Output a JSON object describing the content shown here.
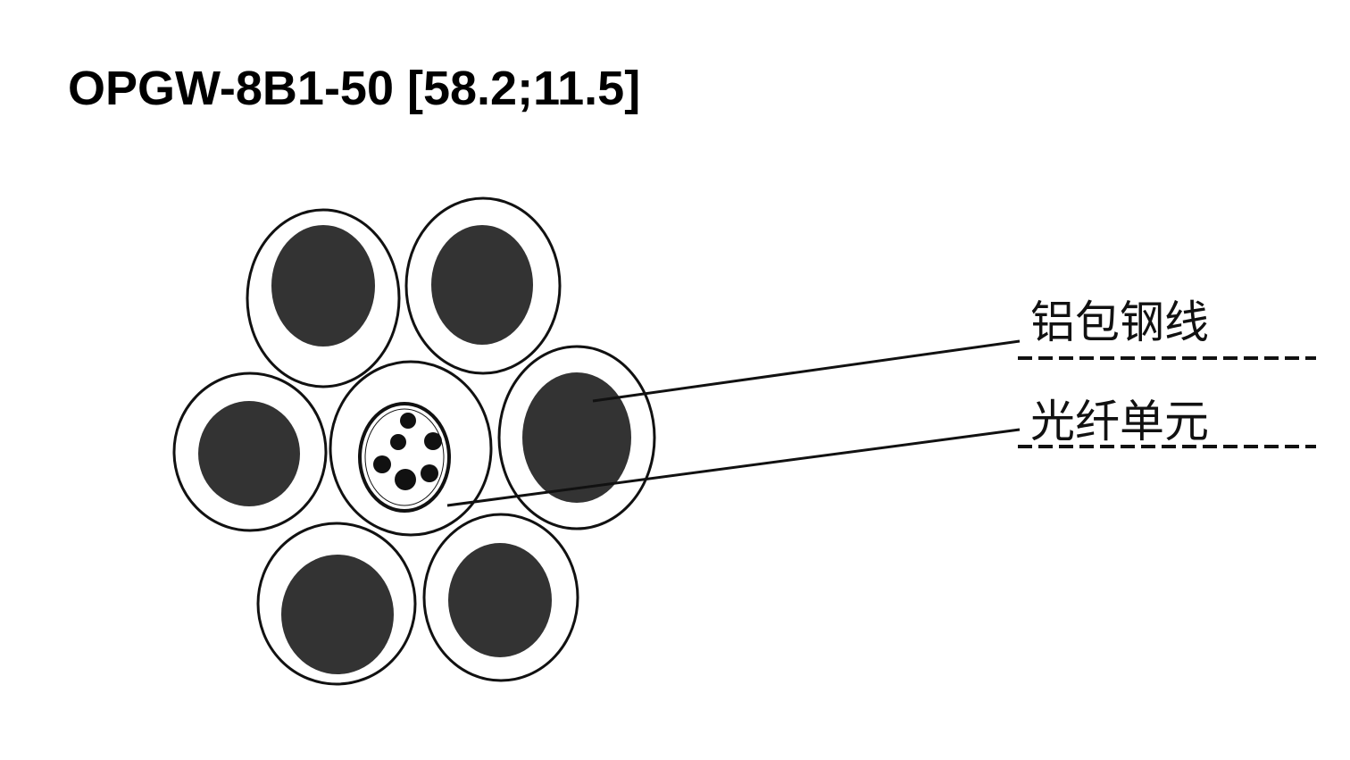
{
  "title": "OPGW-8B1-50 [58.2;11.5]",
  "labels": {
    "aluminum_clad_steel": "铝包钢线",
    "optical_unit": "光纤单元"
  },
  "colors": {
    "core_fill": "#333333",
    "outline": "#111111",
    "background": "#ffffff"
  }
}
